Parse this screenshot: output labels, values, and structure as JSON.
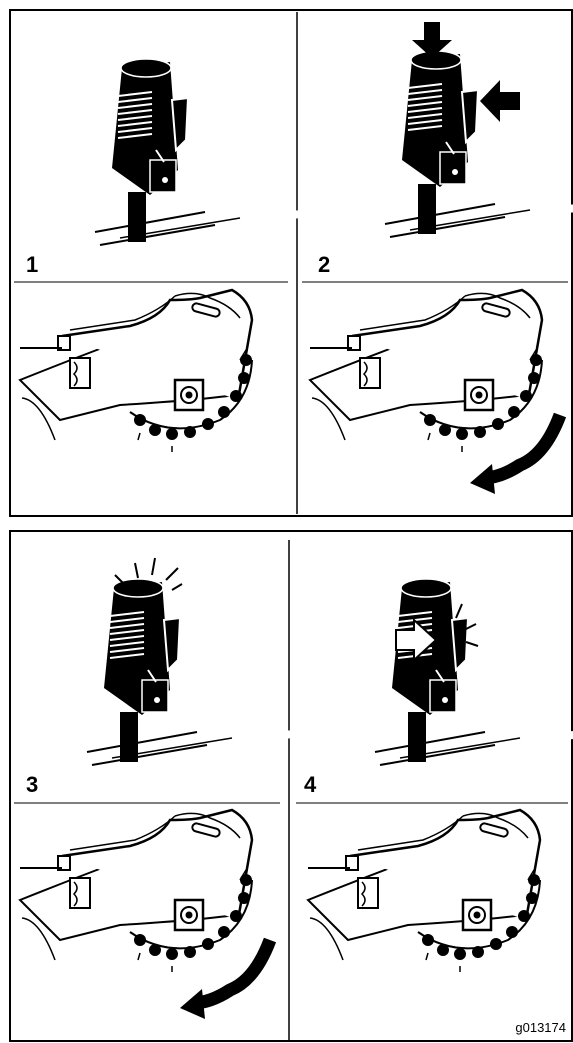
{
  "figure": {
    "steps": [
      {
        "label": "1"
      },
      {
        "label": "2"
      },
      {
        "label": "3"
      },
      {
        "label": "4"
      }
    ],
    "figure_id": "g013174"
  },
  "colors": {
    "ink": "#000000",
    "paper": "#ffffff"
  }
}
